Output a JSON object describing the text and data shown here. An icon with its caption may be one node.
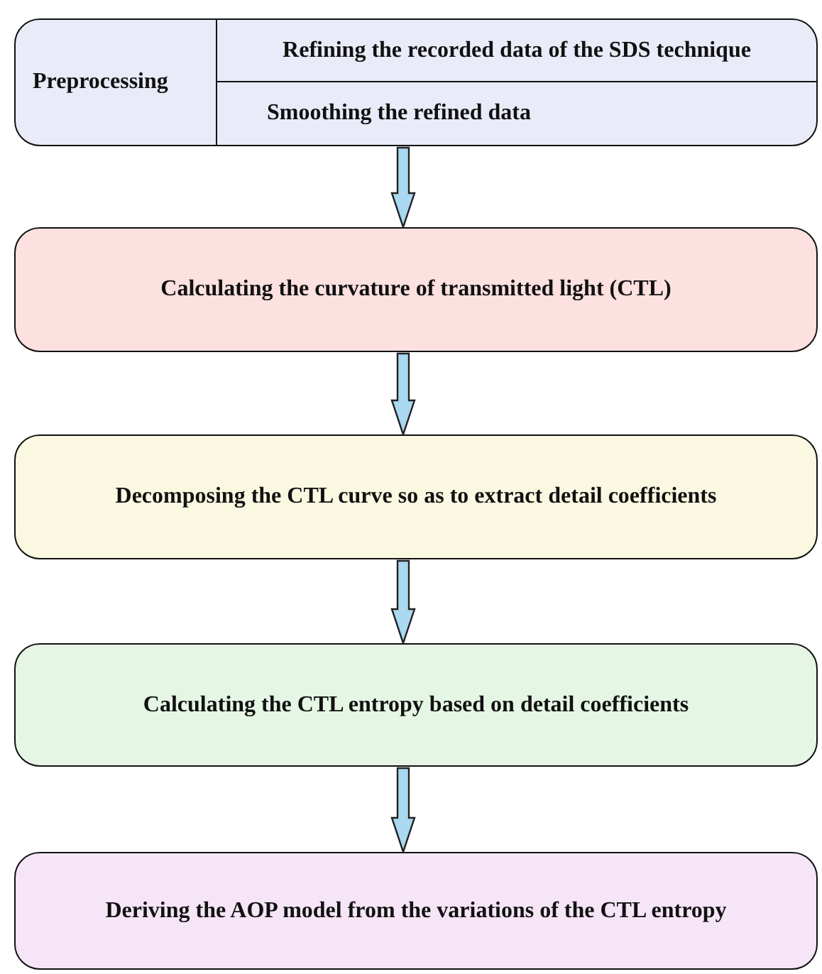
{
  "diagram": {
    "nodes": [
      {
        "text": [
          "Preprocessing"
        ]
      },
      {
        "text": [
          "Refining the recorded data of the SDS technique"
        ],
        "in": 0
      },
      {
        "text": [
          "Smoothing the refined data"
        ],
        "in": 0
      },
      {
        "text": [
          "Calculating the curvature of transmitted light (CTL)"
        ]
      },
      {
        "text": [
          "Decomposing the CTL curve so as to extract detail coefficients"
        ]
      },
      {
        "text": [
          "Calculating the CTL entropy based on detail coefficients"
        ]
      },
      {
        "text": [
          "Deriving the AOP model from the variations of the CTL entropy"
        ]
      }
    ],
    "edges": [
      {
        "from": 0,
        "to": 3,
        "arrow": "to"
      },
      {
        "from": 3,
        "to": 4,
        "arrow": "to"
      },
      {
        "from": 4,
        "to": 5,
        "arrow": "to"
      },
      {
        "from": 5,
        "to": 6,
        "arrow": "to"
      }
    ]
  }
}
